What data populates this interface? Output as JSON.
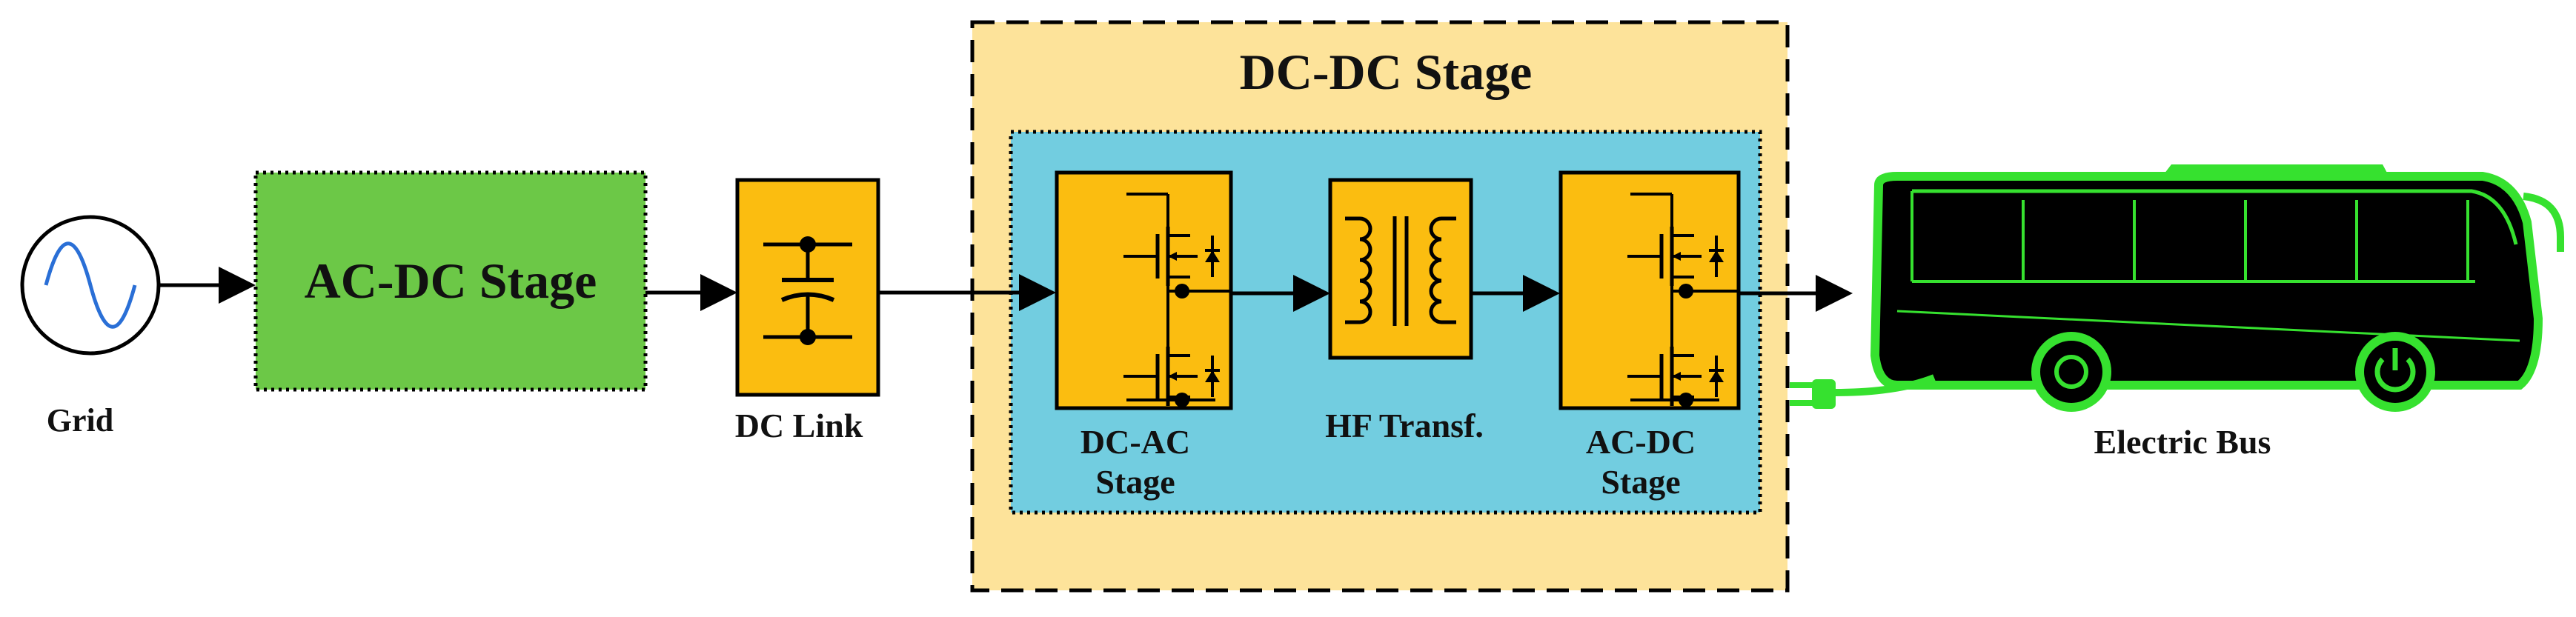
{
  "title": "DC-DC Stage",
  "blocks": {
    "grid": {
      "label": "Grid"
    },
    "acdc_front": {
      "label": "AC-DC Stage"
    },
    "dc_link": {
      "label": "DC Link"
    },
    "dcac": {
      "label_line1": "DC-AC",
      "label_line2": "Stage"
    },
    "hf_transformer": {
      "label": "HF Transf."
    },
    "acdc_out": {
      "label_line1": "AC-DC",
      "label_line2": "Stage"
    },
    "bus": {
      "label": "Electric Bus"
    }
  },
  "colors": {
    "outer_box_fill": "#fde39a",
    "inner_box_fill": "#72cde0",
    "acdc_front_fill": "#6cc847",
    "component_fill": "#fbbd10",
    "bus_outline": "#36e12f",
    "bus_body": "#000000"
  },
  "icons": {
    "grid": "sine-wave-source-icon",
    "dc_link": "capacitor-icon",
    "dcac": "mosfet-half-bridge-icon",
    "hf_transformer": "transformer-icon",
    "acdc_out": "mosfet-half-bridge-icon",
    "bus": "electric-bus-icon",
    "plug": "charging-plug-icon"
  }
}
